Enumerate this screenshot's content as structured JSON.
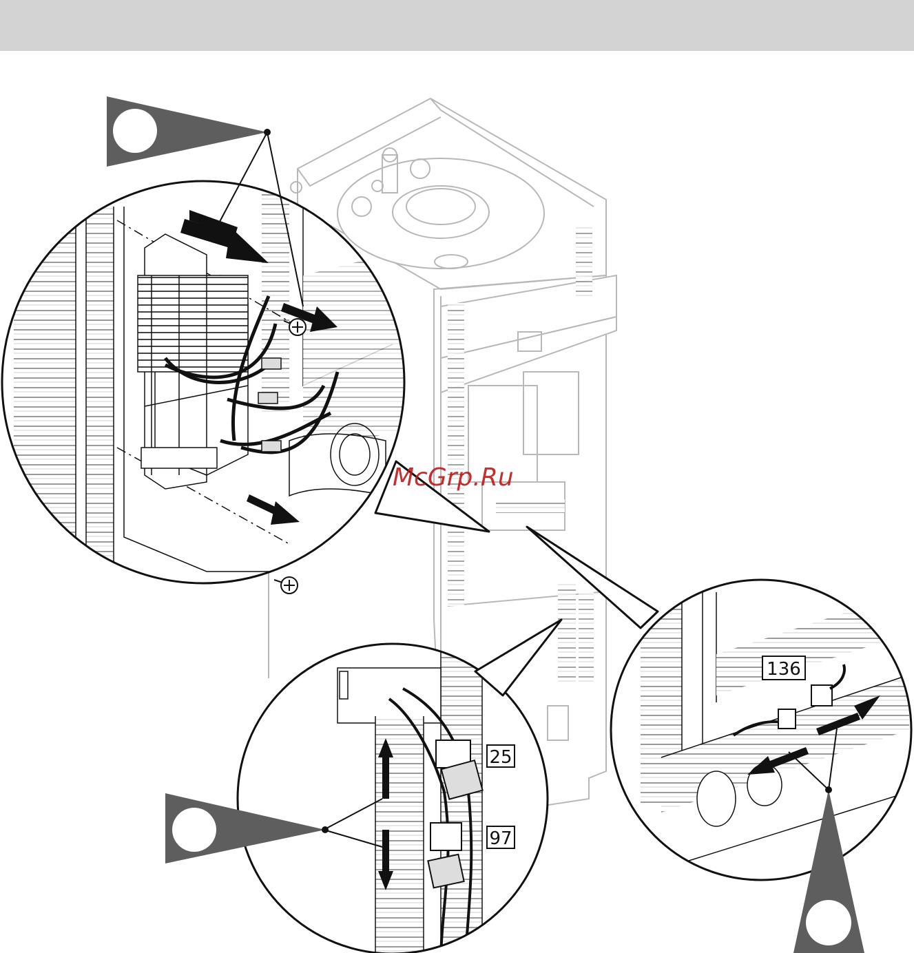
{
  "watermark": "McGrp.Ru",
  "labels": {
    "a": "25",
    "b": "97",
    "c": "136"
  },
  "colors": {
    "header": "#d3d3d3",
    "line": "#b8b8b8",
    "ink": "#111111",
    "pointer": "#5e5e5e",
    "watermark": "#c01818"
  },
  "icons": [
    "pointer-triangle-left",
    "pointer-triangle-bottom",
    "direction-arrow",
    "screw-icon",
    "connector-plug"
  ]
}
